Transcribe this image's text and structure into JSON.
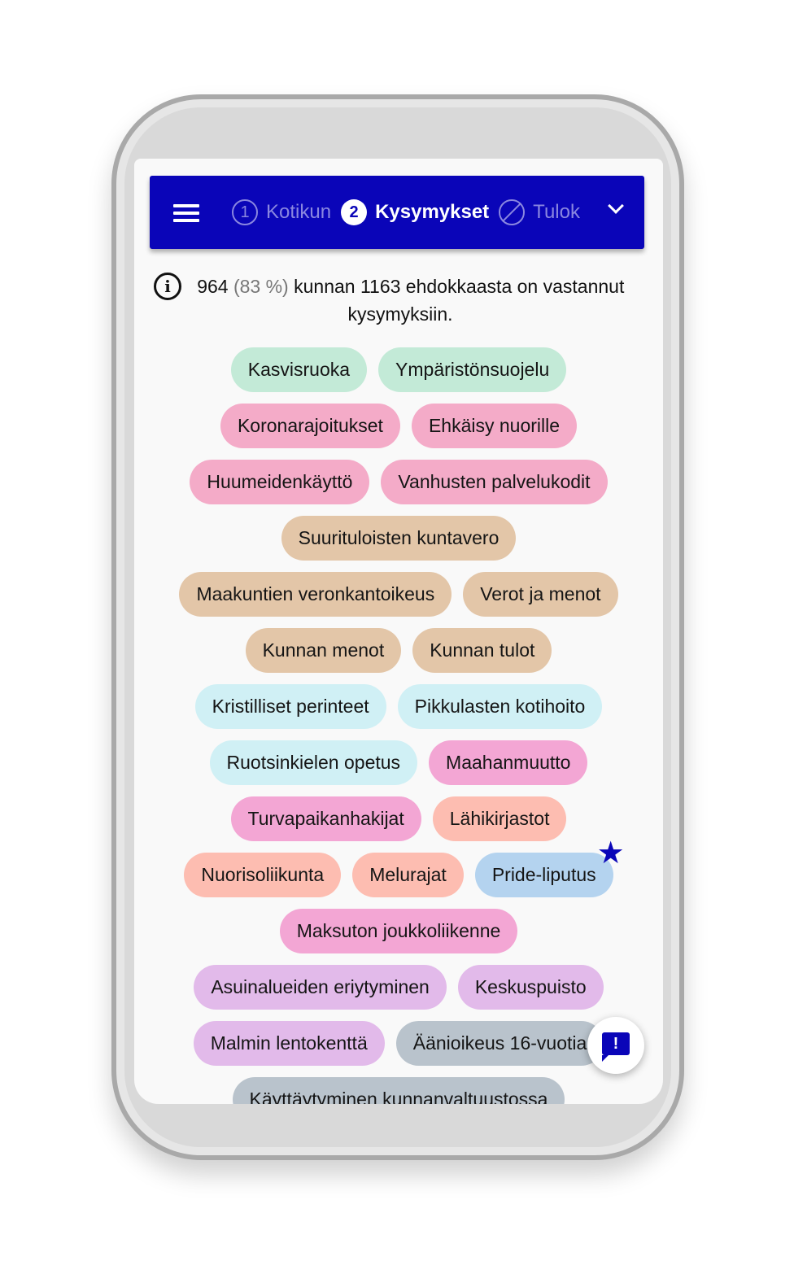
{
  "nav": {
    "steps": [
      {
        "num": "1",
        "label": "Kotikun"
      },
      {
        "num": "2",
        "label": "Kysymykset"
      },
      {
        "num": "",
        "label": "Tulok"
      }
    ]
  },
  "info": {
    "count": "964",
    "percent": "(83 %)",
    "text": "kunnan 1163 ehdokkaasta on vastannut kysymyksiin."
  },
  "colors": {
    "green": "#c3ead7",
    "pink": "#f4abc8",
    "tan": "#e3c6a8",
    "cyan": "#d0f0f5",
    "magenta": "#f3a6d4",
    "salmon": "#fdbdb1",
    "blue": "#b4d3ef",
    "lavender": "#e2baea",
    "gray": "#b9c3cc",
    "brand": "#0a05b8"
  },
  "chip_rows": [
    [
      {
        "label": "Kasvisruoka",
        "color": "green"
      },
      {
        "label": "Ympäristönsuojelu",
        "color": "green"
      }
    ],
    [
      {
        "label": "Koronarajoitukset",
        "color": "pink"
      },
      {
        "label": "Ehkäisy nuorille",
        "color": "pink"
      }
    ],
    [
      {
        "label": "Huumeidenkäyttö",
        "color": "pink"
      },
      {
        "label": "Vanhusten palvelukodit",
        "color": "pink"
      }
    ],
    [
      {
        "label": "Suurituloisten kuntavero",
        "color": "tan"
      }
    ],
    [
      {
        "label": "Maakuntien veronkantoikeus",
        "color": "tan"
      },
      {
        "label": "Verot ja menot",
        "color": "tan"
      }
    ],
    [
      {
        "label": "Kunnan menot",
        "color": "tan"
      },
      {
        "label": "Kunnan tulot",
        "color": "tan"
      }
    ],
    [
      {
        "label": "Kristilliset perinteet",
        "color": "cyan"
      },
      {
        "label": "Pikkulasten kotihoito",
        "color": "cyan"
      }
    ],
    [
      {
        "label": "Ruotsinkielen opetus",
        "color": "cyan"
      },
      {
        "label": "Maahanmuutto",
        "color": "magenta"
      }
    ],
    [
      {
        "label": "Turvapaikanhakijat",
        "color": "magenta"
      },
      {
        "label": "Lähikirjastot",
        "color": "salmon"
      }
    ],
    [
      {
        "label": "Nuorisoliikunta",
        "color": "salmon"
      },
      {
        "label": "Melurajat",
        "color": "salmon"
      },
      {
        "label": "Pride-liputus",
        "color": "blue",
        "starred": true
      }
    ],
    [
      {
        "label": "Maksuton joukkoliikenne",
        "color": "magenta"
      }
    ],
    [
      {
        "label": "Asuinalueiden eriytyminen",
        "color": "lavender"
      },
      {
        "label": "Keskuspuisto",
        "color": "lavender"
      }
    ],
    [
      {
        "label": "Malmin lentokenttä",
        "color": "lavender"
      },
      {
        "label": "Äänioikeus 16-vuotia",
        "color": "gray"
      }
    ],
    [
      {
        "label": "Käyttäytyminen kunnanvaltuustossa",
        "color": "gray"
      }
    ]
  ],
  "fab": {
    "glyph": "!"
  }
}
